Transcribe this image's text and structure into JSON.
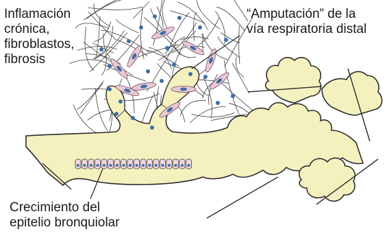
{
  "labels": {
    "inflammation": {
      "lines": [
        "Inflamación",
        "crónica,",
        "fibroblastos,",
        "fibrosis"
      ]
    },
    "amputation": {
      "lines": [
        "“Amputación” de la",
        "vía respiratoria distal"
      ]
    },
    "epithelium": {
      "lines": [
        "Crecimiento del",
        "epitelio bronquiolar"
      ]
    }
  },
  "colors": {
    "airway_fill": "#f4f1bf",
    "airway_stroke": "#2b2b2b",
    "fibroblast_fill": "#e9c9d6",
    "nucleus_fill": "#3f6ea6",
    "fiber_stroke": "#3a3a3a",
    "epithelium_fill": "#efd6e0"
  }
}
